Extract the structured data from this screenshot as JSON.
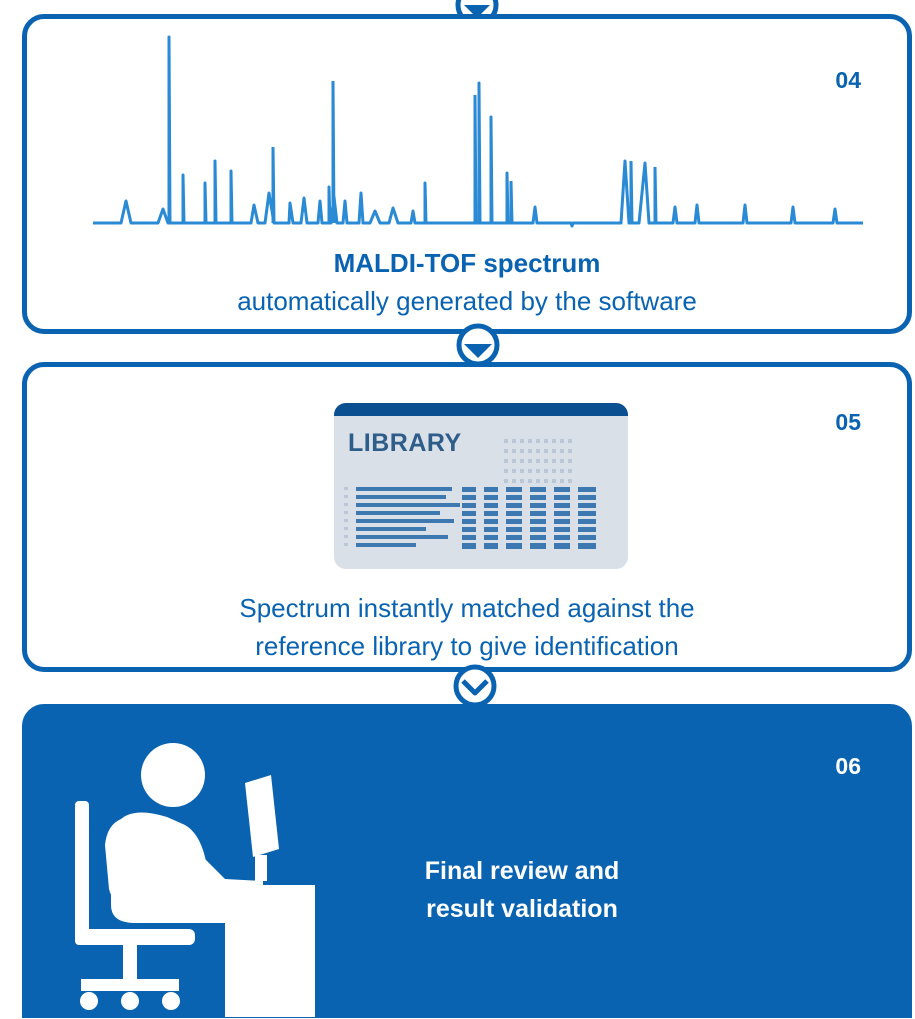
{
  "colors": {
    "brand_blue": "#0a63b1",
    "library_header": "#0a4f8f",
    "library_card": "#d9e0e8",
    "white": "#ffffff"
  },
  "steps": [
    {
      "number": "04",
      "caption_line1": "MALDI-TOF spectrum",
      "caption_line2": "automatically generated by the software",
      "icon": "spectrum-icon"
    },
    {
      "number": "05",
      "library_label": "LIBRARY",
      "caption_line1": "Spectrum instantly matched against the",
      "caption_line2": "reference library to give identification",
      "icon": "library-icon"
    },
    {
      "number": "06",
      "caption_line1": "Final review and",
      "caption_line2": "result validation",
      "icon": "person-at-computer-icon"
    }
  ],
  "connectors": [
    "chevron-down-icon",
    "chevron-down-icon",
    "chevron-down-icon"
  ]
}
